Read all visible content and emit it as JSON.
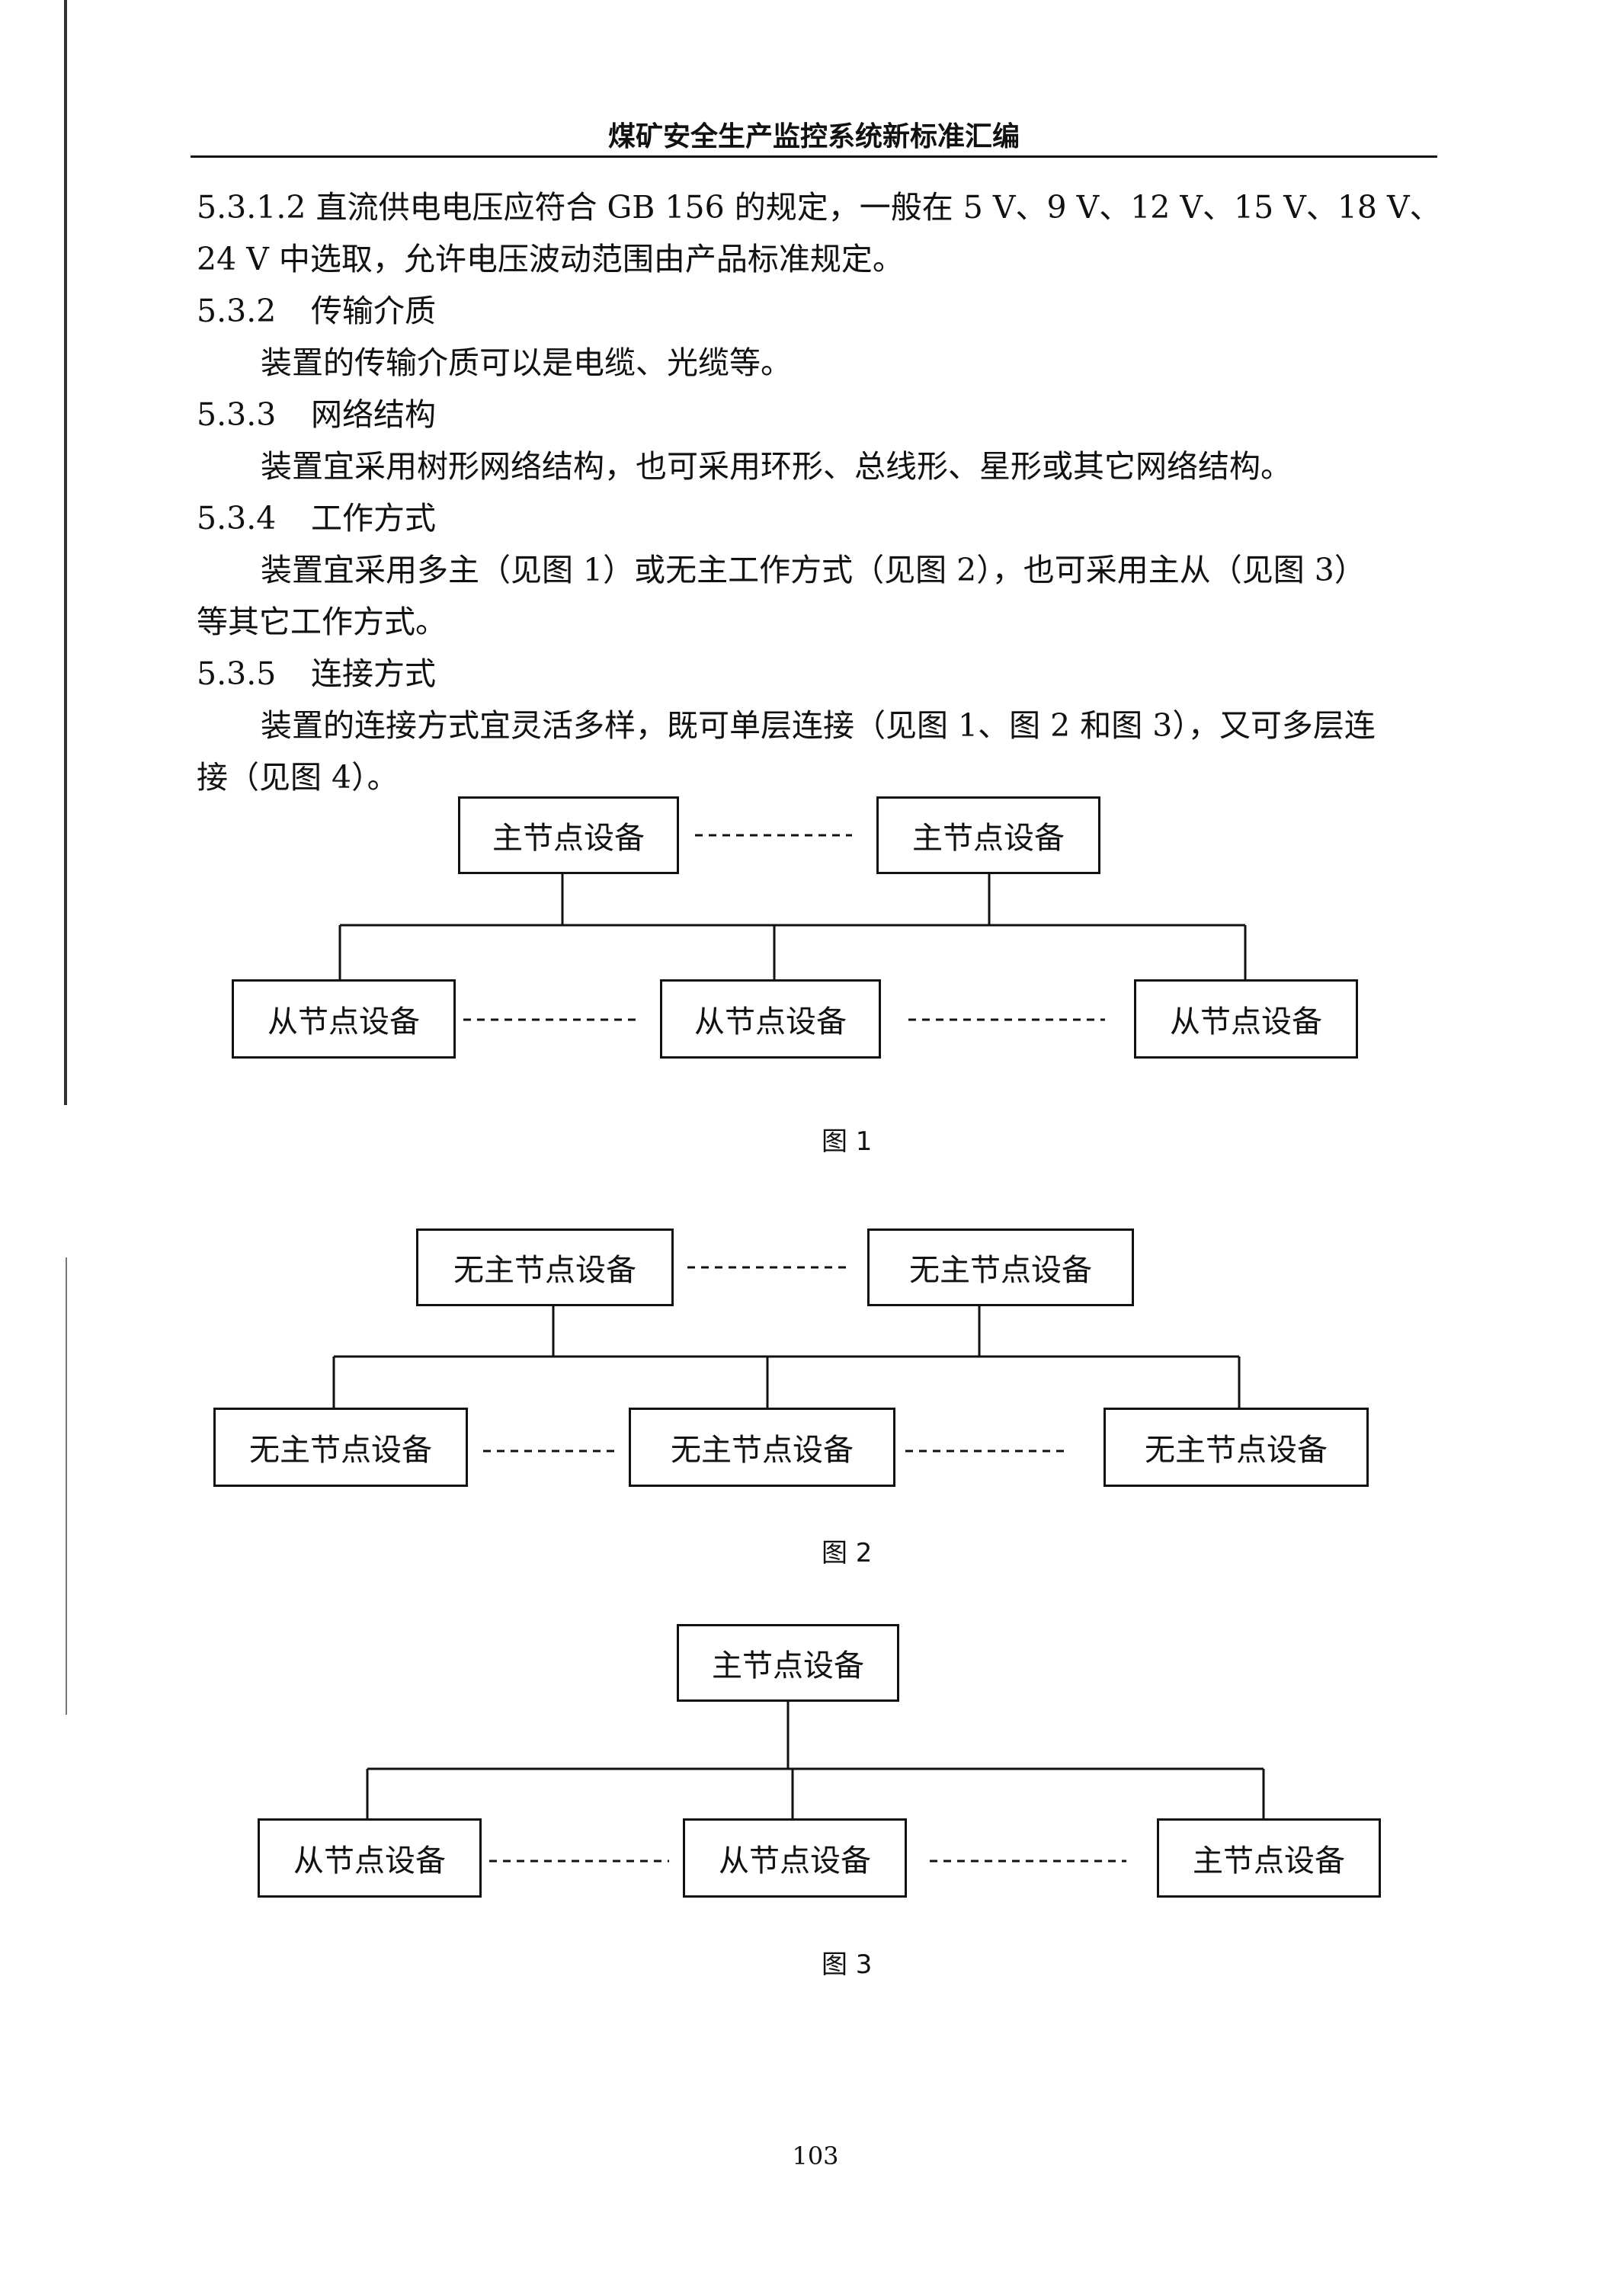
{
  "header": {
    "title": "煤矿安全生产监控系统新标准汇编"
  },
  "body": {
    "p1_line1": "5.3.1.2  直流供电电压应符合 GB 156 的规定，一般在 5 V、9 V、12 V、15 V、18 V、",
    "p1_line2": "24 V 中选取，允许电压波动范围由产品标准规定。",
    "s532_num": "5.3.2",
    "s532_title": "传输介质",
    "s532_text": "装置的传输介质可以是电缆、光缆等。",
    "s533_num": "5.3.3",
    "s533_title": "网络结构",
    "s533_text": "装置宜采用树形网络结构，也可采用环形、总线形、星形或其它网络结构。",
    "s534_num": "5.3.4",
    "s534_title": "工作方式",
    "s534_text1": "装置宜采用多主（见图 1）或无主工作方式（见图 2），也可采用主从（见图 3）",
    "s534_text2": "等其它工作方式。",
    "s535_num": "5.3.5",
    "s535_title": "连接方式",
    "s535_text1": "装置的连接方式宜灵活多样，既可单层连接（见图 1、图 2 和图 3），又可多层连",
    "s535_text2": "接（见图 4）。"
  },
  "figure1": {
    "caption": "图 1",
    "top_left": "主节点设备",
    "top_right": "主节点设备",
    "bottom_left": "从节点设备",
    "bottom_mid": "从节点设备",
    "bottom_right": "从节点设备"
  },
  "figure2": {
    "caption": "图 2",
    "top_left": "无主节点设备",
    "top_right": "无主节点设备",
    "bottom_left": "无主节点设备",
    "bottom_mid": "无主节点设备",
    "bottom_right": "无主节点设备"
  },
  "figure3": {
    "caption": "图 3",
    "top": "主节点设备",
    "bottom_left": "从节点设备",
    "bottom_mid": "从节点设备",
    "bottom_right": "主节点设备"
  },
  "page_number": "103"
}
